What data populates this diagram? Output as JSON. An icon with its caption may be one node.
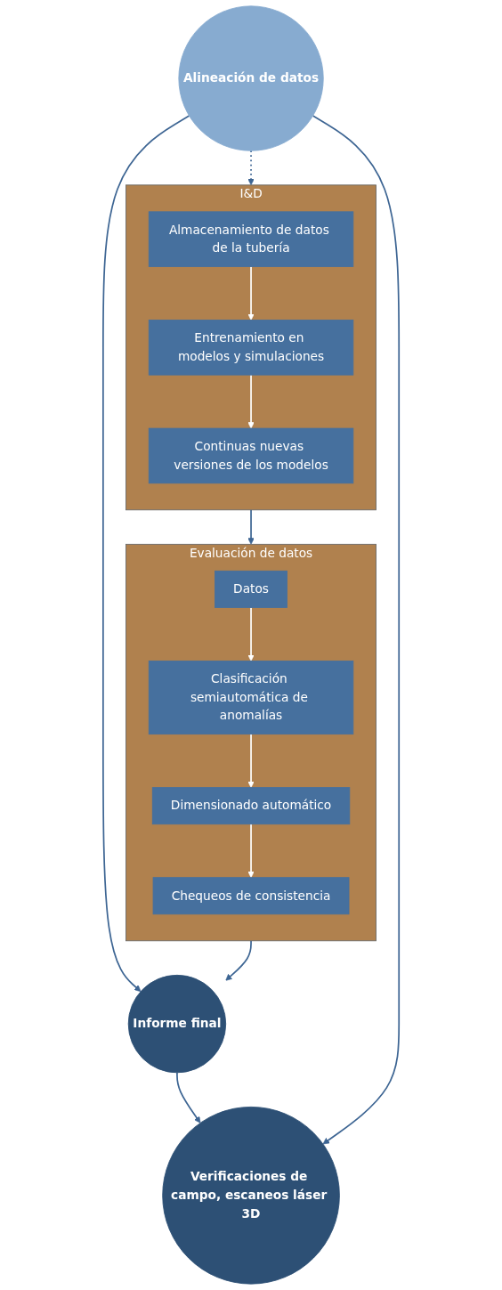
{
  "diagram": {
    "nodes": [
      {
        "text": [
          "I&D"
        ]
      },
      {
        "text": [
          "Almacenamiento de datos de la tubería"
        ],
        "in": 0
      },
      {
        "text": [
          "Entrenamiento en modelos y simulaciones"
        ],
        "in": 0
      },
      {
        "text": [
          "Continuas nuevas versiones de los modelos"
        ],
        "in": 0
      },
      {
        "text": [
          "Evaluación de datos"
        ]
      },
      {
        "text": [
          "Datos"
        ],
        "in": 4
      },
      {
        "text": [
          "Clasificación semiautomática de anomalías"
        ],
        "in": 4
      },
      {
        "text": [
          "Dimensionado automático"
        ],
        "in": 4
      },
      {
        "text": [
          "Chequeos de consistencia"
        ],
        "in": 4
      },
      {
        "text": [
          "Informe final"
        ]
      },
      {
        "text": [
          "Alineación de datos"
        ]
      },
      {
        "text": [
          "Verificaciones de campo, escaneos láser 3D"
        ]
      }
    ],
    "edges": [
      {
        "from": 1,
        "to": 2,
        "arrow": "to",
        "color": "#ffffff"
      },
      {
        "from": 2,
        "to": 3,
        "arrow": "to",
        "color": "#ffffff"
      },
      {
        "from": 0,
        "to": 4,
        "arrow": "to"
      },
      {
        "from": 5,
        "to": 6,
        "arrow": "to",
        "color": "#ffffff"
      },
      {
        "from": 6,
        "to": 7,
        "arrow": "to",
        "color": "#ffffff"
      },
      {
        "from": 7,
        "to": 8,
        "arrow": "to",
        "color": "#ffffff"
      },
      {
        "from": 4,
        "to": 9,
        "arrow": "to"
      },
      {
        "from": 9,
        "to": 11,
        "arrow": "to"
      },
      {
        "from": 10,
        "to": 9,
        "arrow": "to"
      },
      {
        "from": 10,
        "to": 11,
        "arrow": "to"
      },
      {
        "from": 10,
        "to": 0,
        "arrow": "to",
        "style": "dashed"
      }
    ]
  }
}
